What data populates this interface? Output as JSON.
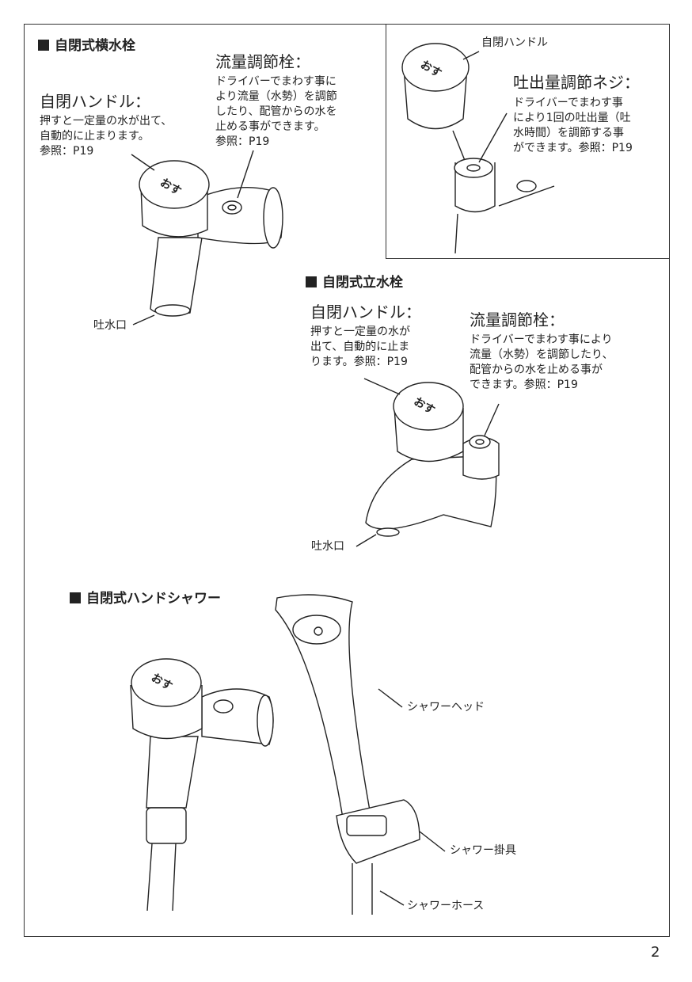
{
  "sections": {
    "yoko": {
      "title": "自閉式横水栓",
      "handle_title": "自閉ハンドル：",
      "handle_body": "押すと一定量の水が出て、\n自動的に止まります。\n参照：P19",
      "flow_title": "流量調節栓：",
      "flow_body": "ドライバーでまわす事に\nより流量（水勢）を調節\nしたり、配管からの水を\n止める事ができます。\n参照：P19",
      "spout_label": "吐水口"
    },
    "inset": {
      "handle_label": "自閉ハンドル",
      "screw_title": "吐出量調節ネジ：",
      "screw_body": "ドライバーでまわす事\nにより1回の吐出量（吐\n水時間）を調節する事\nができます。参照：P19"
    },
    "tate": {
      "title": "自閉式立水栓",
      "handle_title": "自閉ハンドル：",
      "handle_body": "押すと一定量の水が\n出て、自動的に止ま\nります。参照：P19",
      "flow_title": "流量調節栓：",
      "flow_body": "ドライバーでまわす事により\n流量（水勢）を調節したり、\n配管からの水を止める事が\nできます。参照：P19",
      "spout_label": "吐水口"
    },
    "shower": {
      "title": "自閉式ハンドシャワー",
      "head_label": "シャワーヘッド",
      "holder_label": "シャワー掛具",
      "hose_label": "シャワーホース"
    }
  },
  "handle_text": "おす",
  "page_number": "2"
}
